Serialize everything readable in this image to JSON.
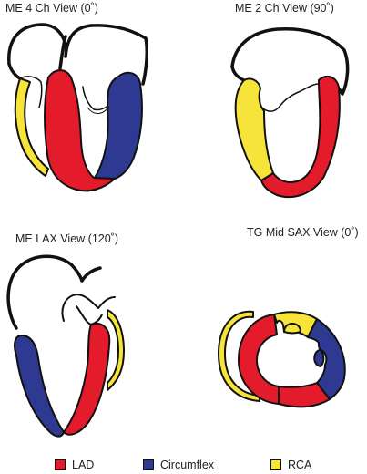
{
  "views": [
    {
      "id": "me4ch",
      "title": "ME 4 Ch View (0˚)"
    },
    {
      "id": "me2ch",
      "title": "ME 2 Ch View (90˚)"
    },
    {
      "id": "melax",
      "title": "ME LAX View (120˚)"
    },
    {
      "id": "tgsax",
      "title": "TG Mid SAX View (0˚)"
    }
  ],
  "legend": [
    {
      "label": "LAD",
      "color": "#e31b2b"
    },
    {
      "label": "Circumflex",
      "color": "#2e3a92"
    },
    {
      "label": "RCA",
      "color": "#f7e43a"
    }
  ]
}
